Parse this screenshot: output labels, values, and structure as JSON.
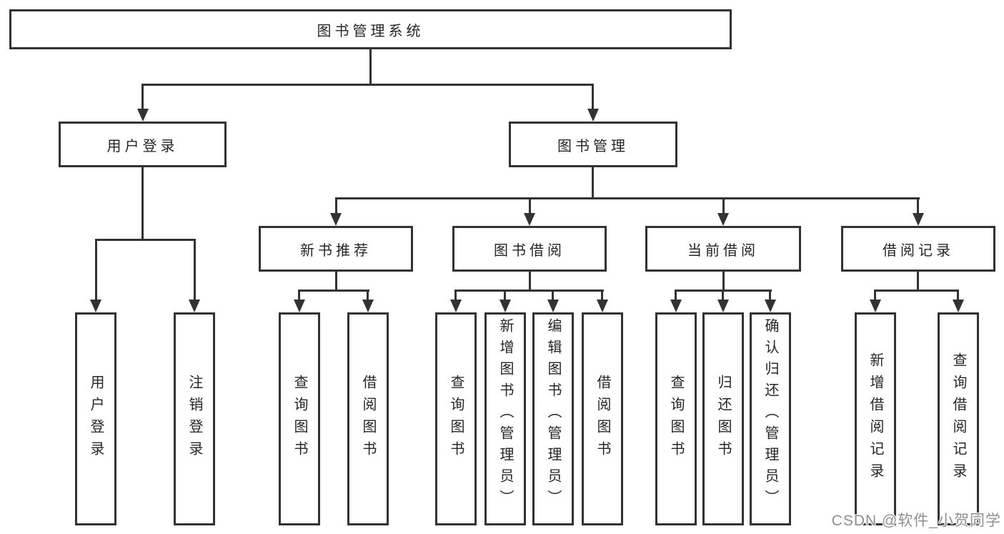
{
  "diagram": {
    "root": {
      "label": "图书管理系统"
    },
    "level1": [
      {
        "label": "用户登录"
      },
      {
        "label": "图书管理"
      }
    ],
    "level2": [
      {
        "label": "新书推荐"
      },
      {
        "label": "图书借阅"
      },
      {
        "label": "当前借阅"
      },
      {
        "label": "借阅记录"
      }
    ],
    "level3": {
      "user_login": [
        {
          "label": "用户登录"
        },
        {
          "label": "注销登录"
        }
      ],
      "new_book_recommendation": [
        {
          "label": "查询图书"
        },
        {
          "label": "借阅图书"
        }
      ],
      "book_borrowing": [
        {
          "label": "查询图书"
        },
        {
          "label": "新增图书（管理员）"
        },
        {
          "label": "编辑图书（管理员）"
        },
        {
          "label": "借阅图书"
        }
      ],
      "current_borrowing": [
        {
          "label": "查询图书"
        },
        {
          "label": "归还图书"
        },
        {
          "label": "确认归还（管理员）"
        }
      ],
      "borrowing_records": [
        {
          "label": "新增借阅记录"
        },
        {
          "label": "查询借阅记录"
        }
      ]
    }
  },
  "watermark": {
    "text": "CSDN @软件_小贺同学"
  },
  "colors": {
    "line": "#333333",
    "text": "#262626",
    "background": "#ffffff",
    "watermark": "#8f8f8f"
  }
}
